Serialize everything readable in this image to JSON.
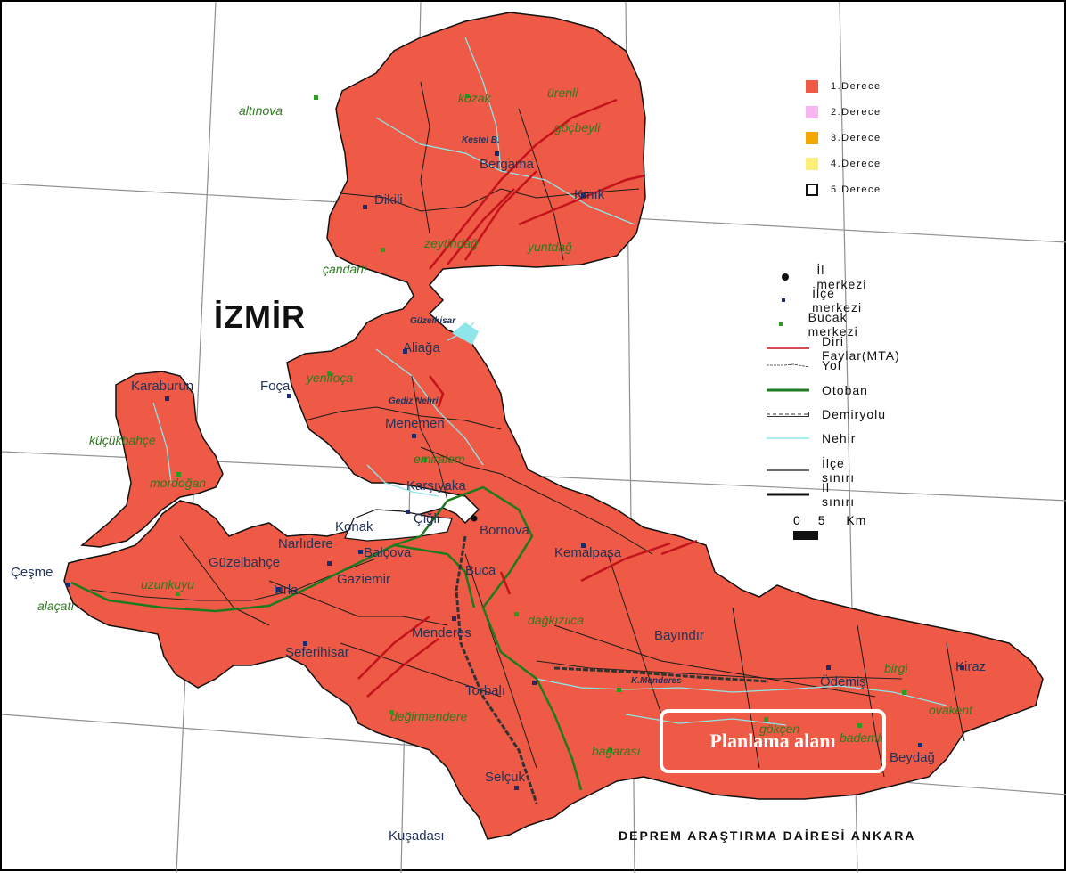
{
  "region_title": "İZMİR",
  "source_credit": "DEPREM ARAŞTIRMA DAİRESİ ANKARA",
  "highlight_label": "Planlama alanı",
  "colors": {
    "degree_1": "#ee5a45",
    "degree_2": "#f7b6f0",
    "degree_3": "#f2a800",
    "degree_4": "#fbf07a",
    "degree_5": "#ffffff",
    "fault": "#c3141b",
    "motorway": "#1e7a1e",
    "river": "#8fe6ea"
  },
  "legend_hazard": [
    {
      "label": "1.Derece",
      "color": "#ee5a45"
    },
    {
      "label": "2.Derece",
      "color": "#f7b6f0"
    },
    {
      "label": "3.Derece",
      "color": "#f2a800"
    },
    {
      "label": "4.Derece",
      "color": "#fbf07a"
    },
    {
      "label": "5.Derece",
      "color": "#ffffff"
    }
  ],
  "legend_symbols": [
    {
      "label": "İl merkezi",
      "symbol": "black-dot"
    },
    {
      "label": "İlçe merkezi",
      "symbol": "navy-dot"
    },
    {
      "label": "Bucak merkezi",
      "symbol": "green-dot"
    },
    {
      "label": "Diri Faylar(MTA)",
      "symbol": "red-line"
    },
    {
      "label": "Yol",
      "symbol": "thin-line"
    },
    {
      "label": "Otoban",
      "symbol": "green-line"
    },
    {
      "label": "Demiryolu",
      "symbol": "railway-line"
    },
    {
      "label": "Nehir",
      "symbol": "cyan-line"
    },
    {
      "label": "İlçe sınırı",
      "symbol": "black-line"
    },
    {
      "label": "İl sınırı",
      "symbol": "thick-black-line"
    }
  ],
  "scale": {
    "zero": "0",
    "five": "5",
    "unit": "Km"
  },
  "districts": [
    "Bergama",
    "Dikili",
    "Kınık",
    "Aliağa",
    "Foça",
    "Menemen",
    "Karaburun",
    "Karşıyaka",
    "Çiğli",
    "Bornova",
    "Konak",
    "Narlıdere",
    "Balçova",
    "Güzelbahçe",
    "Çeşme",
    "Urla",
    "Gaziemir",
    "Buca",
    "Kemalpaşa",
    "Menderes",
    "Seferihisar",
    "Bayındır",
    "Torbalı",
    "Ödemiş",
    "Kiraz",
    "Beydağ",
    "Selçuk",
    "Kuşadası"
  ],
  "towns": [
    "altınova",
    "kozak",
    "ürenli",
    "göçbeyli",
    "zeytindağ",
    "yuntdağ",
    "çandarlı",
    "yenifoça",
    "küçükbahçe",
    "mordoğan",
    "emiralem",
    "uzunkuyu",
    "alaçatı",
    "dağkızılca",
    "değirmendere",
    "birgi",
    "gökçen",
    "bademli",
    "bağarası",
    "ovakent"
  ],
  "small_labels": [
    "Kestel B.",
    "Güzelhisar",
    "Gediz Nehri",
    "K.Menderes"
  ]
}
